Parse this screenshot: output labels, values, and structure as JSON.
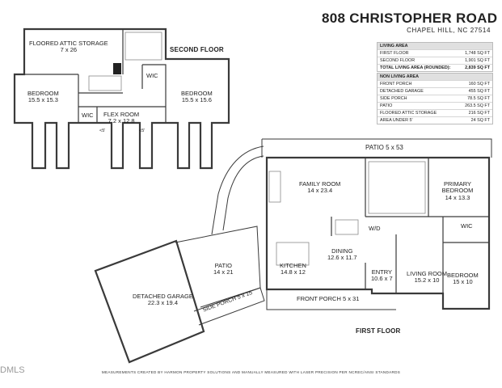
{
  "header": {
    "address": "808 CHRISTOPHER ROAD",
    "city": "CHAPEL HILL, NC 27514"
  },
  "living_area": {
    "title": "LIVING AREA",
    "rows": [
      {
        "label": "FIRST FLOOR",
        "value": "1,748 SQ FT"
      },
      {
        "label": "SECOND FLOOR",
        "value": "1,901 SQ FT"
      },
      {
        "label": "TOTAL LIVING AREA (ROUNDED):",
        "value": "2,839 SQ FT"
      }
    ]
  },
  "non_living_area": {
    "title": "NON LIVING AREA",
    "rows": [
      {
        "label": "FRONT PORCH",
        "value": "160 SQ FT"
      },
      {
        "label": "DETACHED GARAGE",
        "value": "455 SQ FT"
      },
      {
        "label": "SIDE PORCH",
        "value": "78.5 SQ FT"
      },
      {
        "label": "PATIO",
        "value": "263.5 SQ FT"
      },
      {
        "label": "FLOORED ATTIC STORAGE",
        "value": "216 SQ FT"
      },
      {
        "label": "AREA UNDER 5'",
        "value": "24 SQ FT"
      }
    ]
  },
  "second_floor": {
    "title": "SECOND FLOOR",
    "rooms": {
      "attic": {
        "name": "FLOORED ATTIC STORAGE",
        "dims": "7 x 26"
      },
      "bed_left": {
        "name": "BEDROOM",
        "dims": "15.5 x 15.3"
      },
      "bed_right": {
        "name": "BEDROOM",
        "dims": "15.5 x 15.6"
      },
      "flex": {
        "name": "FLEX ROOM",
        "dims": "7.2 x 12.8"
      },
      "wic_top": {
        "name": "WIC"
      },
      "wic_left": {
        "name": "WIC"
      },
      "under5_a": {
        "name": "<5'"
      },
      "under5_b": {
        "name": "<5'"
      }
    }
  },
  "first_floor": {
    "title": "FIRST FLOOR",
    "rooms": {
      "patio_top": {
        "name": "PATIO",
        "dims": "5 x 53"
      },
      "family": {
        "name": "FAMILY ROOM",
        "dims": "14 x 23.4"
      },
      "primary": {
        "name": "PRIMARY BEDROOM",
        "dims": "14 x 13.3"
      },
      "wd": {
        "name": "W/D"
      },
      "wic": {
        "name": "WIC"
      },
      "dining": {
        "name": "DINING",
        "dims": "12.6 x 11.7"
      },
      "kitchen": {
        "name": "KITCHEN",
        "dims": "14.8 x 12"
      },
      "entry": {
        "name": "ENTRY",
        "dims": "10.6 x 7"
      },
      "living": {
        "name": "LIVING ROOM",
        "dims": "15.2 x 10"
      },
      "bedroom": {
        "name": "BEDROOM",
        "dims": "15 x 10"
      },
      "patio_side": {
        "name": "PATIO",
        "dims": "14 x 21"
      },
      "garage": {
        "name": "DETACHED GARAGE",
        "dims": "22.3 x 19.4"
      },
      "front_porch": {
        "name": "FRONT PORCH",
        "dims": "5 x 31"
      },
      "side_porch": {
        "name": "SIDE PORCH",
        "dims": "5 x 15"
      }
    }
  },
  "footer": "MEASUREMENTS CREATED BY HARMON PROPERTY SOLUTIONS AND MANUALLY MEASURED WITH LASER PRECISION PER NCREC/ANSI STANDARDS",
  "watermark": "DMLS",
  "colors": {
    "wall": "#3a3a3a",
    "fixture": "#8a8a8a",
    "background": "#ffffff"
  }
}
